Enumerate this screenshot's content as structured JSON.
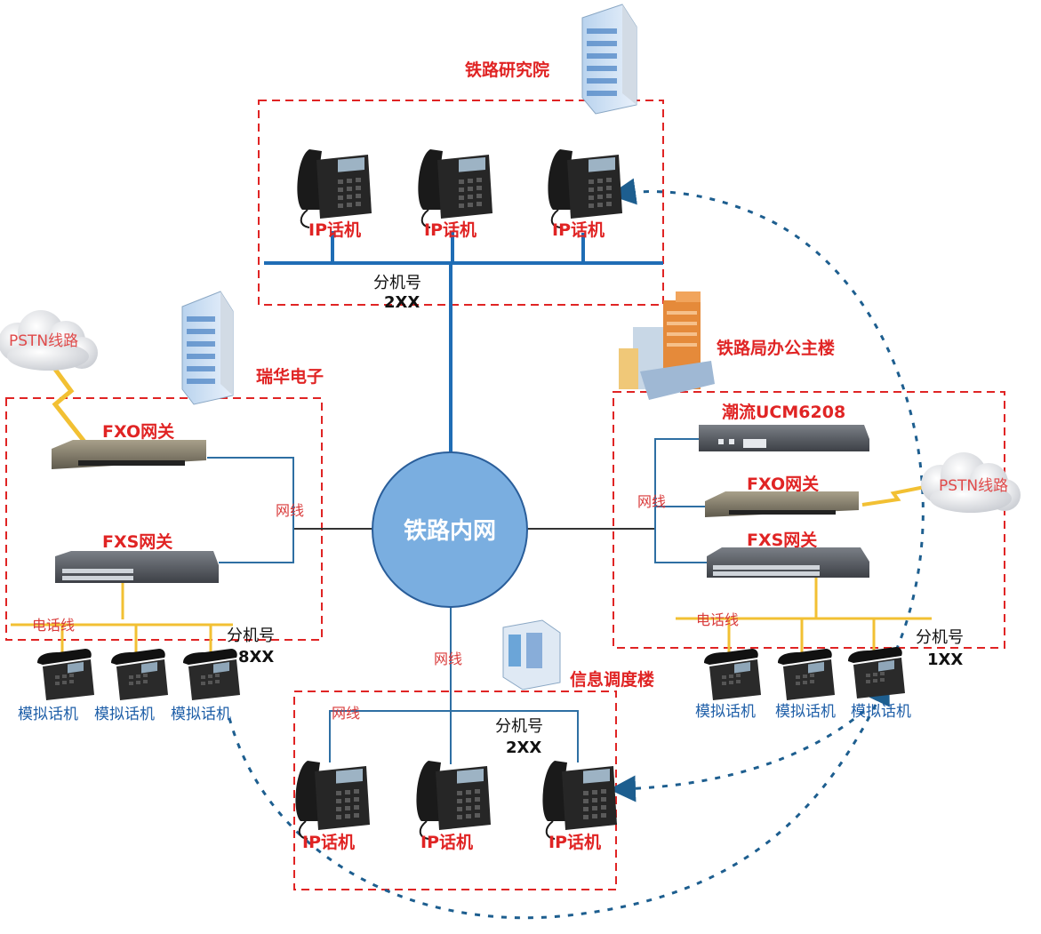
{
  "center": {
    "label": "铁路内网"
  },
  "sites": {
    "research": {
      "title": "铁路研究院",
      "phone_labels": [
        "IP话机",
        "IP话机",
        "IP话机"
      ],
      "ext_line1": "分机号",
      "ext_line2": "2XX"
    },
    "ruihua": {
      "title": "瑞华电子",
      "fxo_label": "FXO网关",
      "fxs_label": "FXS网关",
      "cable_label": "网线",
      "phoneline_label": "电话线",
      "ext_line1": "分机号",
      "ext_line2": "8XX",
      "phone_labels": [
        "模拟话机",
        "模拟话机",
        "模拟话机"
      ]
    },
    "bureau": {
      "title": "铁路局办公主楼",
      "ucm_label": "潮流UCM6208",
      "fxo_label": "FXO网关",
      "fxs_label": "FXS网关",
      "cable_label": "网线",
      "phoneline_label": "电话线",
      "ext_line1": "分机号",
      "ext_line2": "1XX",
      "phone_labels": [
        "模拟话机",
        "模拟话机",
        "模拟话机"
      ]
    },
    "dispatch": {
      "title": "信息调度楼",
      "cable_label": "网线",
      "uplink_label": "网线",
      "ext_line1": "分机号",
      "ext_line2": "2XX",
      "phone_labels": [
        "IP话机",
        "IP话机",
        "IP话机"
      ]
    }
  },
  "pstn": {
    "left": "PSTN线路",
    "right": "PSTN线路"
  },
  "colors": {
    "network_line": "#1f6db5",
    "cable": "#2e6fa3",
    "phone_line": "#f2c033",
    "zone_border": "#e02424",
    "cloud_fill": "#7aaee0",
    "dotted": "#1d5e8f"
  }
}
